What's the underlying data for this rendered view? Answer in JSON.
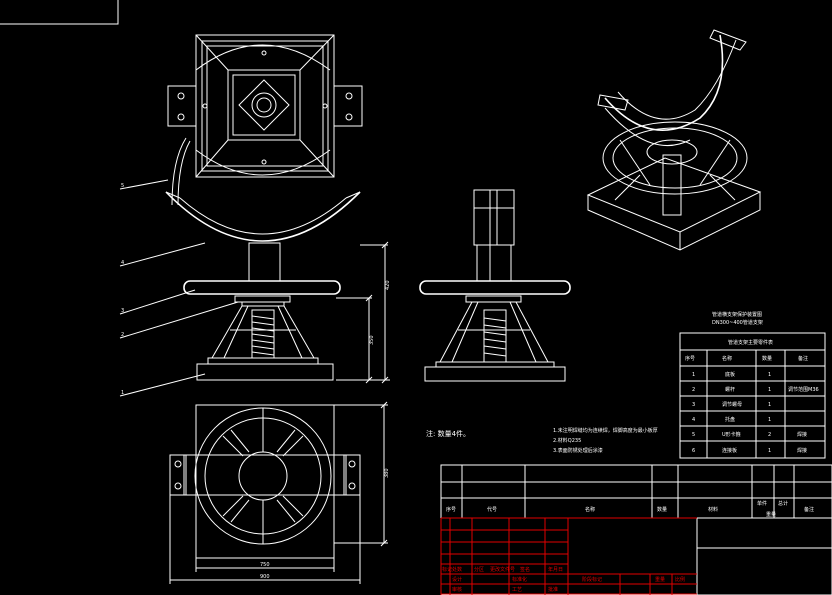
{
  "part_labels": [
    "1",
    "2",
    "3",
    "4",
    "5"
  ],
  "dimensions": {
    "total_height": "420",
    "base_height": "350",
    "plan_height": "380",
    "plan_width_inner": "750",
    "plan_width_outer": "900"
  },
  "drawing_title": {
    "line1": "管道横支架保护装置图",
    "line2": "DN300~400管道支架"
  },
  "note": "注: 数量4件。",
  "tech_reqs": [
    "1.未注明焊缝均为连续焊，焊脚高度为最小板厚",
    "2.材料Q235",
    "3.表面防锈处理后涂漆"
  ],
  "parts_table": {
    "title": "管道支架主要零件表",
    "headers": [
      "序号",
      "名称",
      "数量",
      "备注"
    ],
    "rows": [
      {
        "no": "1",
        "name": "底板",
        "qty": "1",
        "note": ""
      },
      {
        "no": "2",
        "name": "螺杆",
        "qty": "1",
        "note": "调节范围M36"
      },
      {
        "no": "3",
        "name": "调节螺母",
        "qty": "1",
        "note": ""
      },
      {
        "no": "4",
        "name": "托盘",
        "qty": "1",
        "note": ""
      },
      {
        "no": "5",
        "name": "U形卡箍",
        "qty": "2",
        "note": "焊接"
      },
      {
        "no": "6",
        "name": "连接板",
        "qty": "1",
        "note": "焊接"
      }
    ]
  },
  "title_block": {
    "headers": [
      "序号",
      "代号",
      "名称",
      "数量",
      "材料",
      "单件",
      "总计",
      "重量",
      "备注"
    ],
    "red_labels": [
      "标记",
      "处数",
      "分区",
      "更改文件号",
      "签名",
      "年月日",
      "设计",
      "标准化",
      "阶段标记",
      "重量",
      "比例",
      "审核",
      "工艺",
      "批准"
    ]
  }
}
